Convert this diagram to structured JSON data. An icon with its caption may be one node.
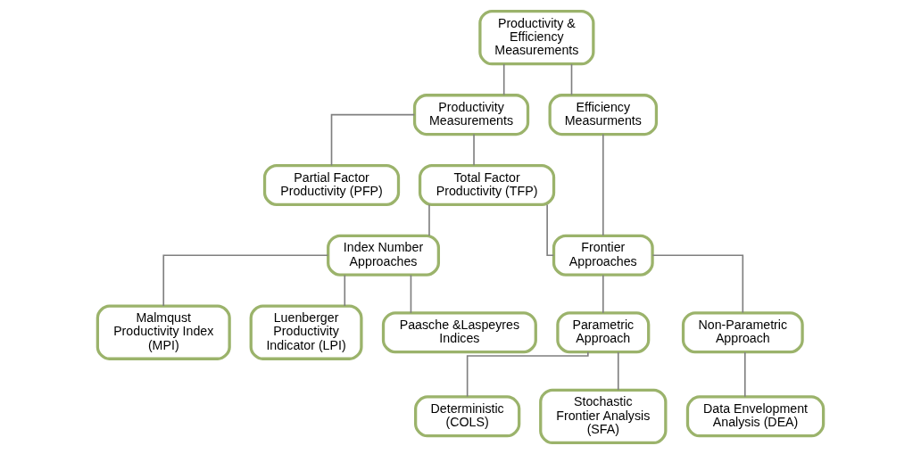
{
  "diagram": {
    "nodes": [
      {
        "text": [
          "Productivity & Efficiency Measurements"
        ]
      },
      {
        "text": [
          "Productivity Measurements"
        ]
      },
      {
        "text": [
          "Efficiency Measurments"
        ]
      },
      {
        "text": [
          "Partial Factor Productivity (PFP)"
        ]
      },
      {
        "text": [
          "Total Factor Productivity (TFP)"
        ]
      },
      {
        "text": [
          "Index Number Approaches"
        ]
      },
      {
        "text": [
          "Frontier Approaches"
        ]
      },
      {
        "text": [
          "Malmqust Productivity Index (MPI)"
        ]
      },
      {
        "text": [
          "Luenberger Productivity Indicator (LPI)"
        ]
      },
      {
        "text": [
          "Paasche &Laspeyres Indices"
        ]
      },
      {
        "text": [
          "Parametric Approach"
        ]
      },
      {
        "text": [
          "Non-Parametric Approach"
        ]
      },
      {
        "text": [
          "Deterministic (COLS)"
        ]
      },
      {
        "text": [
          "Stochastic Frontier Analysis (SFA)"
        ]
      },
      {
        "text": [
          "Data Envelopment Analysis (DEA)"
        ]
      }
    ],
    "edges": [
      {
        "from": 0,
        "to": 1,
        "arrow": "none"
      },
      {
        "from": 0,
        "to": 2,
        "arrow": "none"
      },
      {
        "from": 1,
        "to": 3,
        "arrow": "none"
      },
      {
        "from": 1,
        "to": 4,
        "arrow": "none"
      },
      {
        "from": 4,
        "to": 5,
        "arrow": "none"
      },
      {
        "from": 4,
        "to": 6,
        "arrow": "none"
      },
      {
        "from": 2,
        "to": 6,
        "arrow": "none"
      },
      {
        "from": 5,
        "to": 7,
        "arrow": "none"
      },
      {
        "from": 5,
        "to": 8,
        "arrow": "none"
      },
      {
        "from": 5,
        "to": 9,
        "arrow": "none"
      },
      {
        "from": 6,
        "to": 10,
        "arrow": "none"
      },
      {
        "from": 6,
        "to": 11,
        "arrow": "none"
      },
      {
        "from": 10,
        "to": 12,
        "arrow": "none"
      },
      {
        "from": 10,
        "to": 13,
        "arrow": "none"
      },
      {
        "from": 11,
        "to": 14,
        "arrow": "none"
      }
    ]
  }
}
